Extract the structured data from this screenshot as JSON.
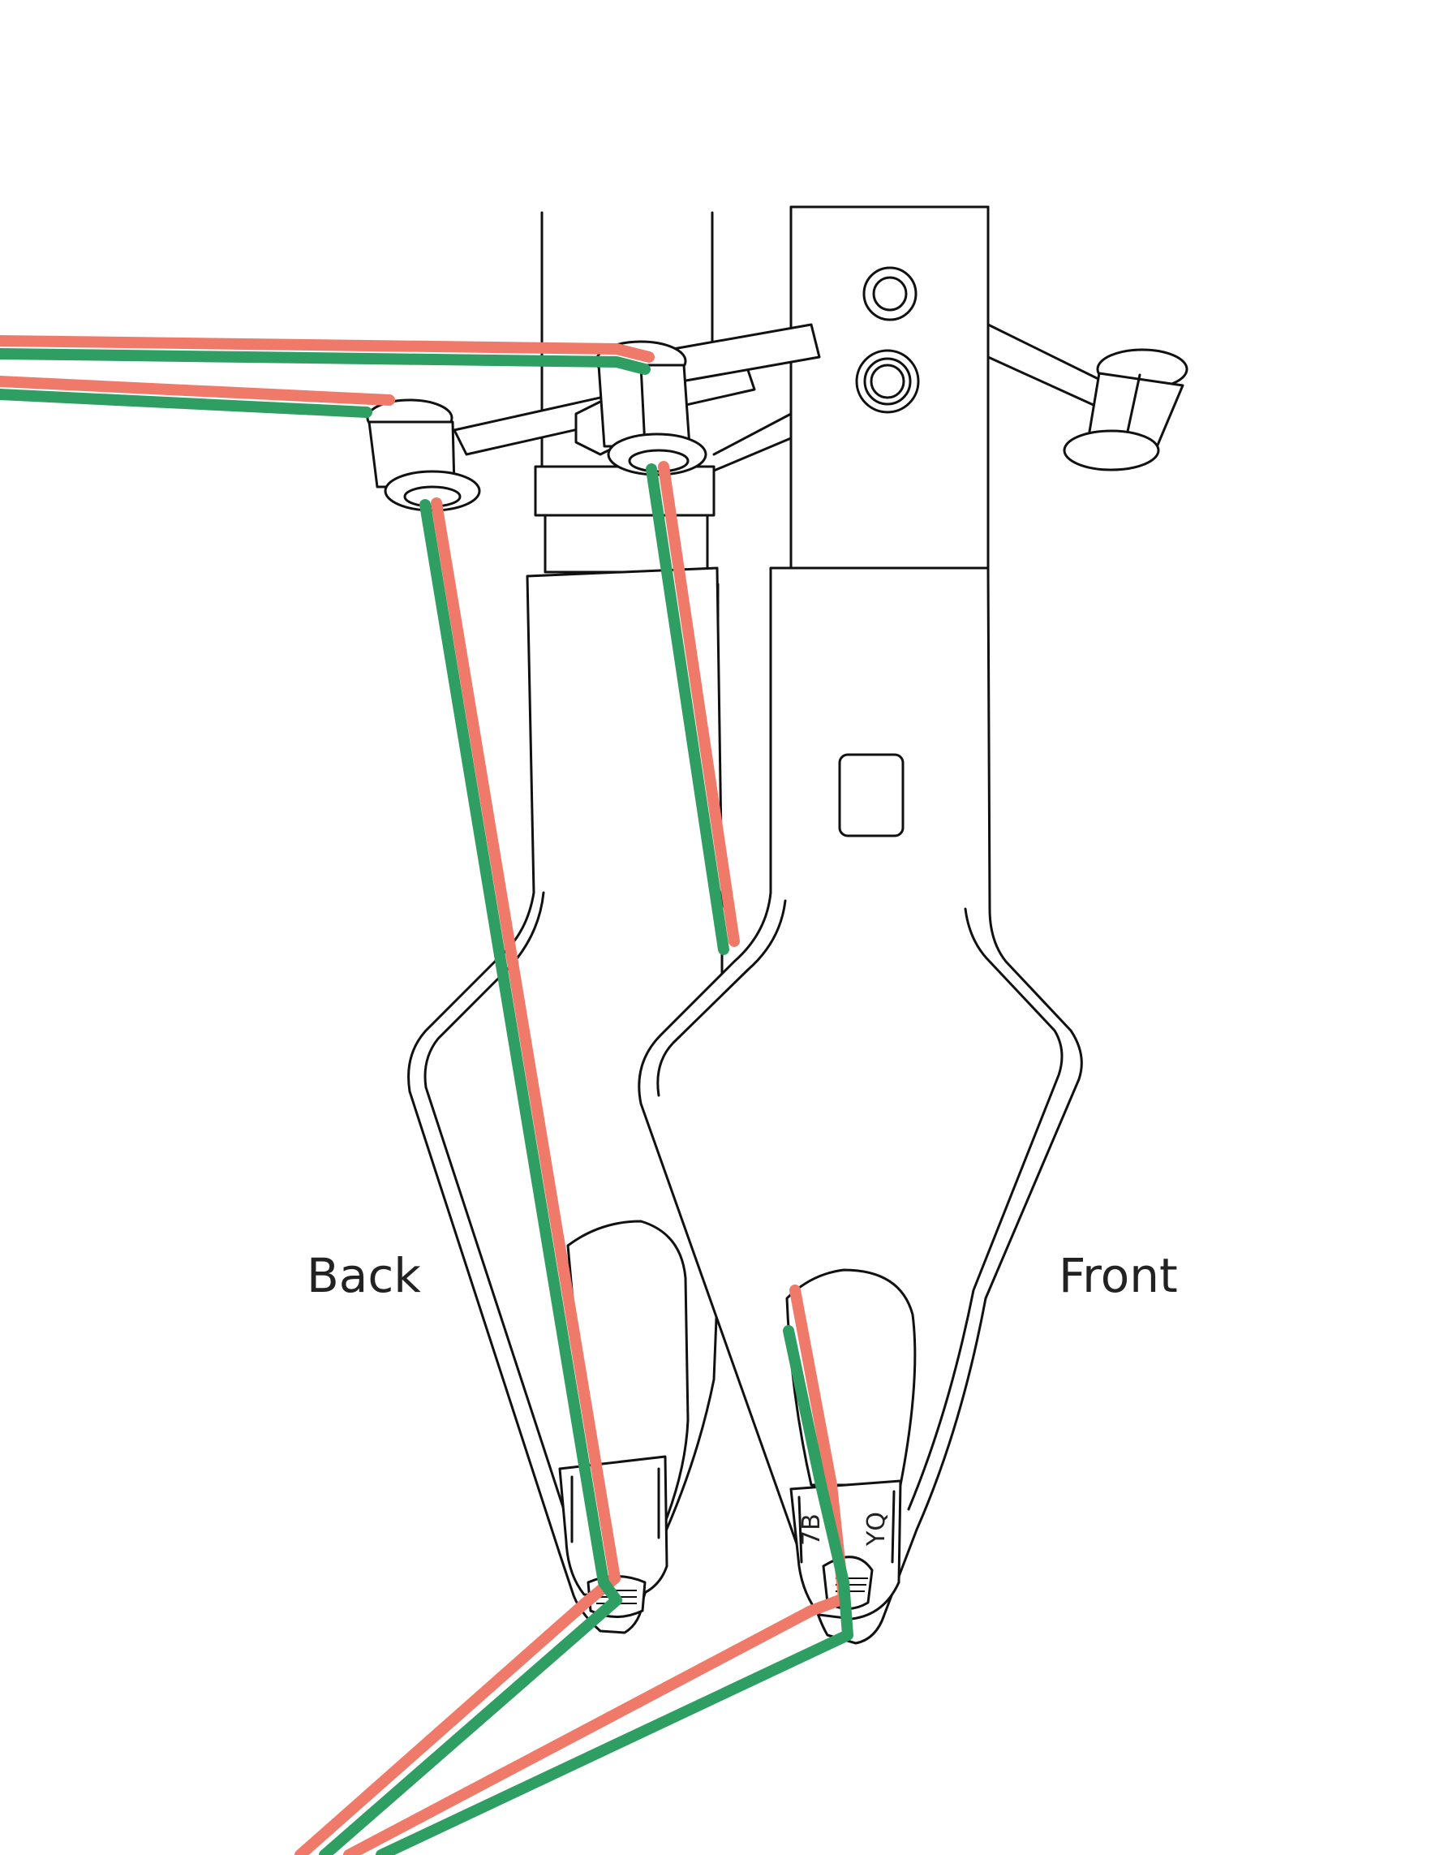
{
  "labels": {
    "back": "Back",
    "front": "Front",
    "front_eye_left": "7B",
    "front_eye_right": "YQ"
  },
  "colors": {
    "yarn_a": "#f07a6a",
    "yarn_b": "#2f9e62",
    "ink": "#111111",
    "background": "#ffffff"
  }
}
